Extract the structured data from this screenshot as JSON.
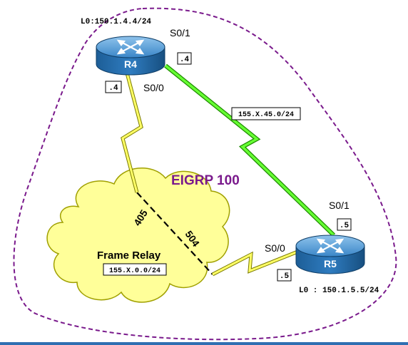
{
  "diagram": {
    "domain_label": "EIGRP 100",
    "cloud_label": "Frame Relay",
    "cloud_subnet": "155.X.0.0/24",
    "serial_subnet": "155.X.45.0/24",
    "dlci_r4": "405",
    "dlci_r5": "504",
    "colors": {
      "domain_outline": "#7a1a8c",
      "domain_label": "#7a1a8c",
      "cloud_fill": "#ffff99",
      "cloud_stroke": "#a0a000",
      "fr_link": "#ffff66",
      "serial_link": "#66ff33",
      "router_body": "#1f6fb0"
    },
    "routers": [
      {
        "name": "R4",
        "loopback": "L0:150.1.4.4/24",
        "s0_1": "S0/1",
        "s0_1_ip": ".4",
        "s0_0": "S0/0",
        "s0_0_ip": ".4"
      },
      {
        "name": "R5",
        "loopback": "L0 : 150.1.5.5/24",
        "s0_1": "S0/1",
        "s0_1_ip": ".5",
        "s0_0": "S0/0",
        "s0_0_ip": ".5"
      }
    ]
  }
}
